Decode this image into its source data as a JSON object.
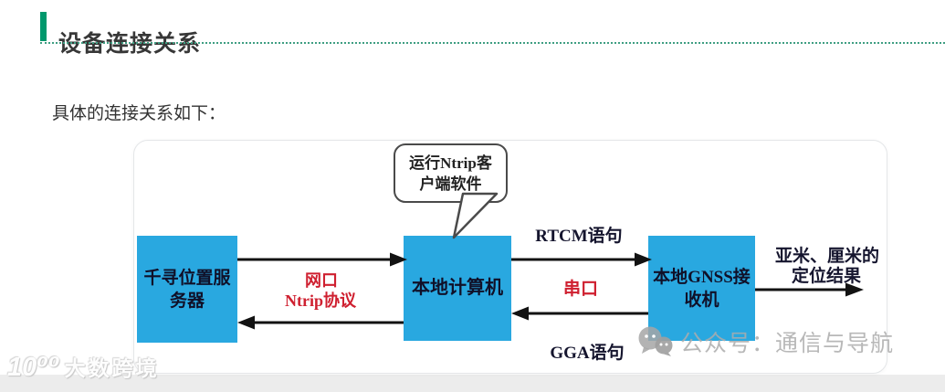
{
  "header": {
    "title": "设备连接关系"
  },
  "intro": {
    "text": "具体的连接关系如下："
  },
  "diagram": {
    "nodes": {
      "server": {
        "line1": "千寻位置服",
        "line2": "务器"
      },
      "computer": {
        "line1": "本地计算机"
      },
      "receiver": {
        "line1": "本地GNSS接",
        "line2": "收机"
      }
    },
    "callout": {
      "line1": "运行Ntrip客",
      "line2": "户端软件"
    },
    "labels": {
      "link_port": "网口",
      "link_protocol": "Ntrip协议",
      "rtcm": "RTCM语句",
      "serial": "串口",
      "gga": "GGA语句",
      "output_line1": "亚米、厘米的",
      "output_line2": "定位结果"
    },
    "colors": {
      "node_fill": "#29a8e0",
      "protocol_red": "#cf2030",
      "label_dark": "#15152e",
      "arrow_black": "#121212",
      "accent_green": "#00986c"
    }
  },
  "watermarks": {
    "left": {
      "logo": "10⁰⁰",
      "text": "大数跨境"
    },
    "right": {
      "text": "公众号：通信与导航"
    }
  }
}
